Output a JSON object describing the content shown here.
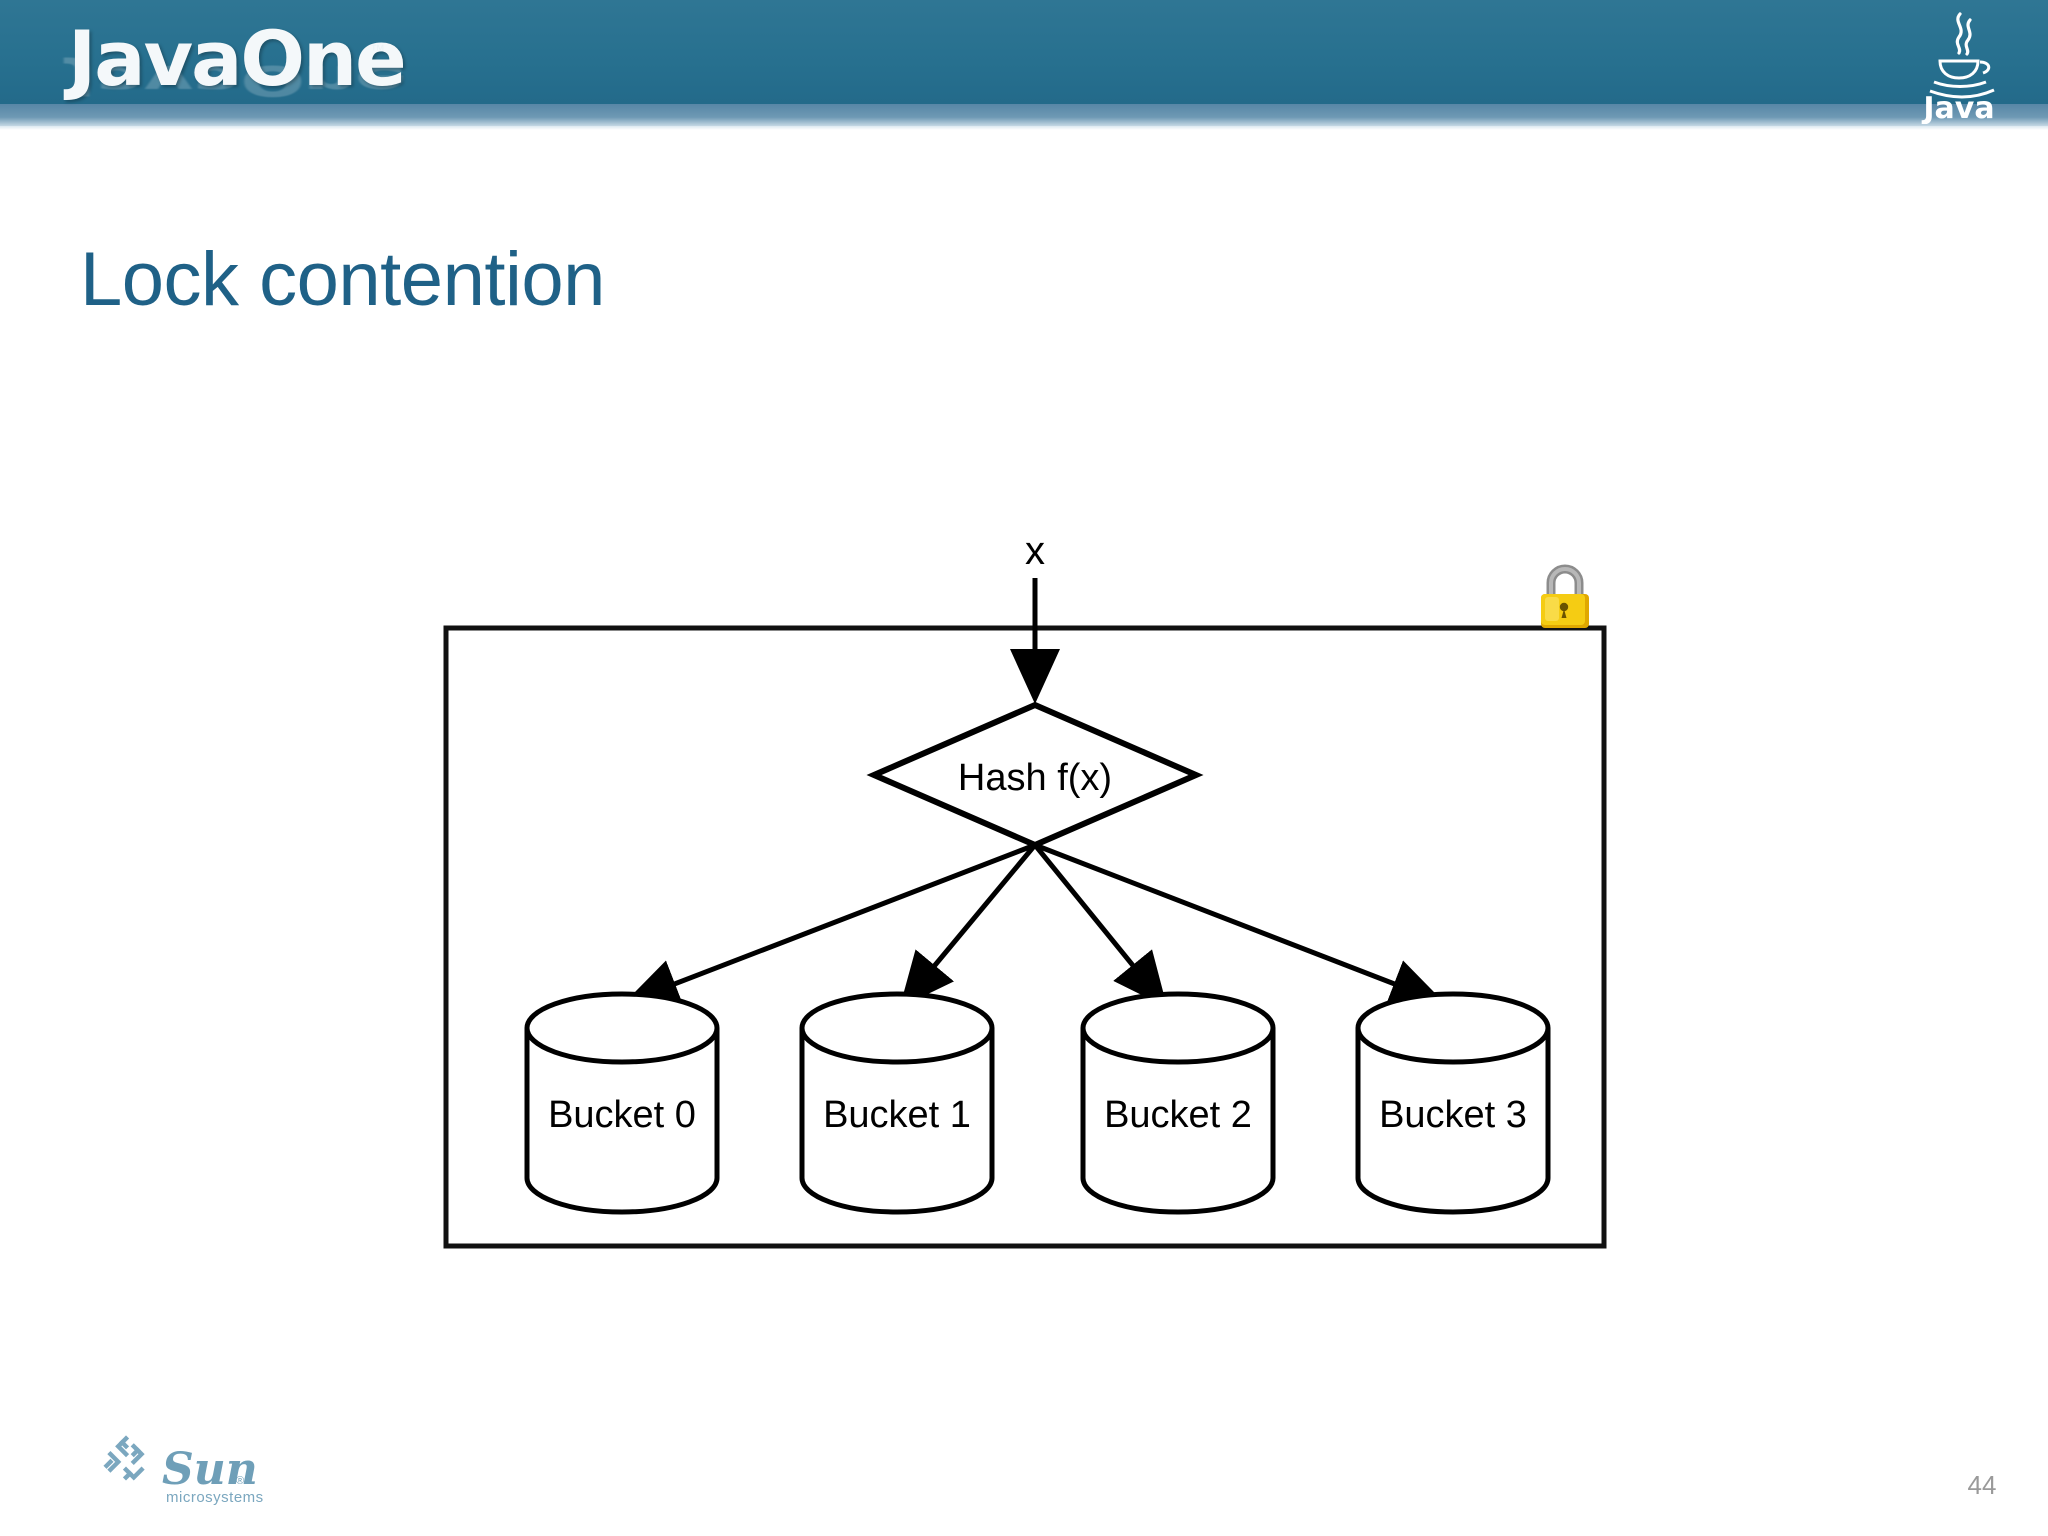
{
  "slide": {
    "title": "Lock contention",
    "page_number": "44",
    "title_color": "#1f6187",
    "header_color": "#27708f",
    "header_reflection_color": "#6e99b4"
  },
  "header": {
    "brand_wordmark": "JavaOne",
    "brand_trademark": "™",
    "java_logo_label": "Java",
    "java_logo_trademark": "™"
  },
  "footer": {
    "sun_logo_name": "Sun",
    "sun_logo_subtitle": "microsystems"
  },
  "diagram": {
    "input_label": "x",
    "hash_label": "Hash f(x)",
    "lock_state": "locked",
    "lock_color": "#f2ca1b",
    "lock_shackle_color": "#9a9a9a",
    "buckets": [
      {
        "label": "Bucket 0"
      },
      {
        "label": "Bucket 1"
      },
      {
        "label": "Bucket 2"
      },
      {
        "label": "Bucket 3"
      }
    ]
  }
}
